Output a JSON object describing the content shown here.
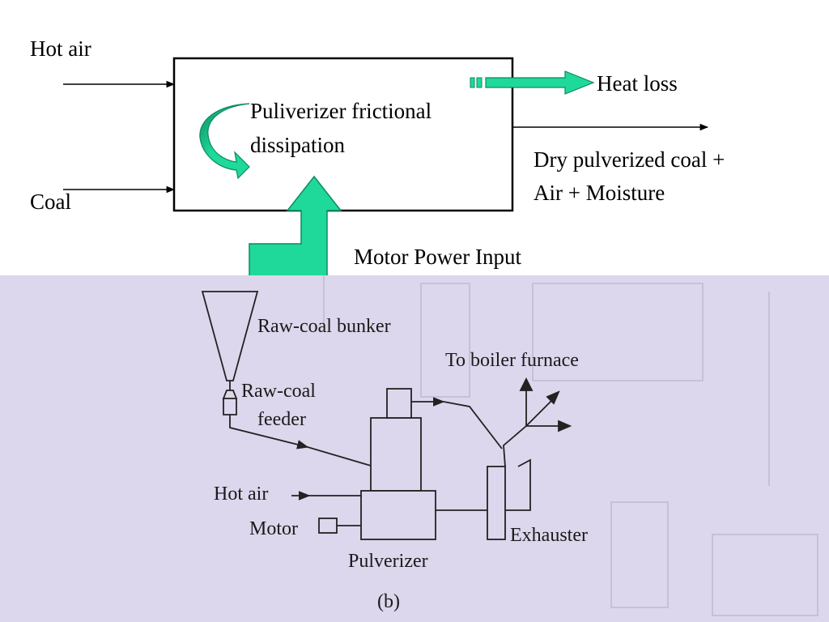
{
  "top_diagram": {
    "input_hot_air": "Hot air",
    "input_coal": "Coal",
    "dissipation_label_line1": "Puliverizer frictional",
    "dissipation_label_line2": "dissipation",
    "heat_loss": "Heat loss",
    "output_line1": "Dry pulverized coal +",
    "output_line2": "Air + Moisture",
    "motor_power": "Motor Power Input"
  },
  "scanned_figure": {
    "raw_coal_bunker": "Raw-coal bunker",
    "raw_coal_feeder_line1": "Raw-coal",
    "raw_coal_feeder_line2": "feeder",
    "to_boiler_furnace": "To boiler furnace",
    "hot_air": "Hot air",
    "motor": "Motor",
    "pulverizer": "Pulverizer",
    "exhauster": "Exhauster",
    "caption": "(b)"
  },
  "colors": {
    "arrow_fill": "#1fd99a",
    "arrow_dark": "#0c8a5e",
    "scan_background": "#dcd7ec"
  }
}
